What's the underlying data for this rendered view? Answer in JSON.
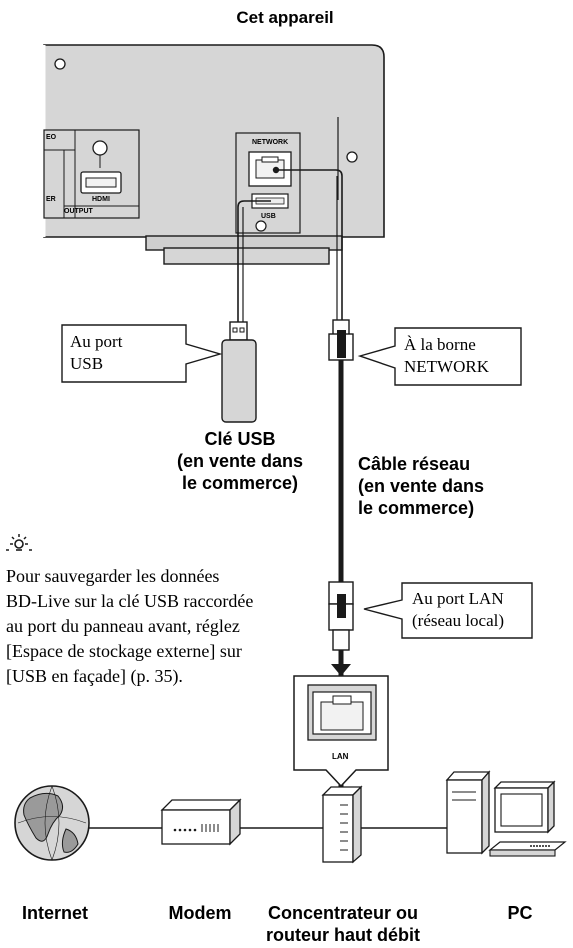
{
  "title": "Cet appareil",
  "device_labels": {
    "network": "NETWORK",
    "usb": "USB",
    "hdmi": "HDMI",
    "output": "OUTPUT",
    "video": "EO",
    "left_fragment": "ER"
  },
  "callouts": {
    "usb_port_1": "Au port",
    "usb_port_2": "USB",
    "network_1": "À la borne",
    "network_2": "NETWORK",
    "lan_1": "Au port LAN",
    "lan_2": "(réseau local)"
  },
  "usb_key": {
    "line1": "Clé USB",
    "line2": "(en vente dans",
    "line3": "le commerce)"
  },
  "cable": {
    "line1": "Câble réseau",
    "line2": "(en vente dans",
    "line3": "le commerce)"
  },
  "hint": {
    "icon": "lightbulb-hint-icon",
    "lines": [
      "Pour sauvegarder les données",
      "BD-Live sur la clé USB raccordée",
      "au port du panneau avant, réglez",
      "[Espace de stockage externe] sur",
      "[USB en façade] (p. 35)."
    ]
  },
  "hub_port_label": "LAN",
  "network_devices": {
    "internet": "Internet",
    "modem": "Modem",
    "hub_1": "Concentrateur ou",
    "hub_2": "routeur haut débit",
    "pc": "PC"
  },
  "colors": {
    "device_gray": "#d6d6d6",
    "line": "#1a1a1a"
  }
}
